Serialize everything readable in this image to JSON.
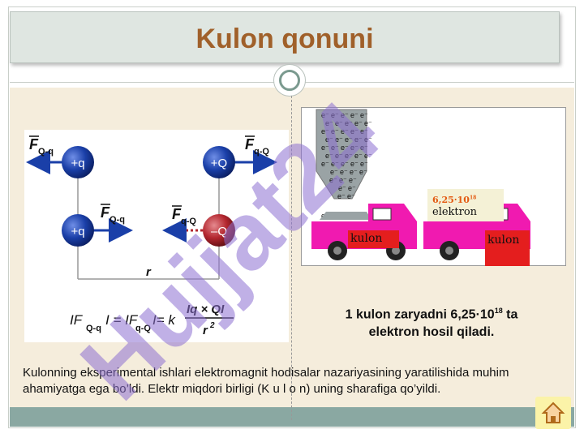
{
  "title": "Kulon qonuni",
  "watermark": "Hujjat24",
  "left_figure": {
    "force_labels": [
      "F",
      "Q-q",
      "F",
      "q-Q",
      "F",
      "Q-q",
      "F",
      "q-Q"
    ],
    "charges": [
      "+q",
      "+Q",
      "+q",
      "–Q"
    ],
    "distance_label": "r",
    "formula": {
      "left": "IF",
      "sub1": "Q-q",
      "mid": "I = IF",
      "sub2": "q-Q",
      "eq": "I= k",
      "numerator": "Iq × QI",
      "denominator": "r",
      "power": "2"
    }
  },
  "right_figure": {
    "electron_symbol": "e⁻",
    "label_elektron_value": "6,25·10",
    "label_elektron_exp": "18",
    "label_elektron_word": "elektron",
    "truck_label_left": "kulon",
    "truck_label_right": "kulon"
  },
  "caption": {
    "line1_pre": "1 kulon zaryadni 6,25·10",
    "line1_exp": "18",
    "line1_post": " ta",
    "line2": "elektron hosil qiladi."
  },
  "paragraph": "Kulonning eksperimental ishlari elektromagnit hodisalar nazariyasining yaratilishida muhim ahamiyatga ega bo’ldi. Elektr miqdori birligi (K u l o n) uning sharafiga qo’yildi.",
  "colors": {
    "title": "#a0602a",
    "charge_blue": "#1a3fa8",
    "charge_red": "#b3272f",
    "truck_pink": "#f01ab0",
    "label_red": "#e41e1e",
    "watermark": "#8c6fd1"
  },
  "home_button": "home-icon"
}
